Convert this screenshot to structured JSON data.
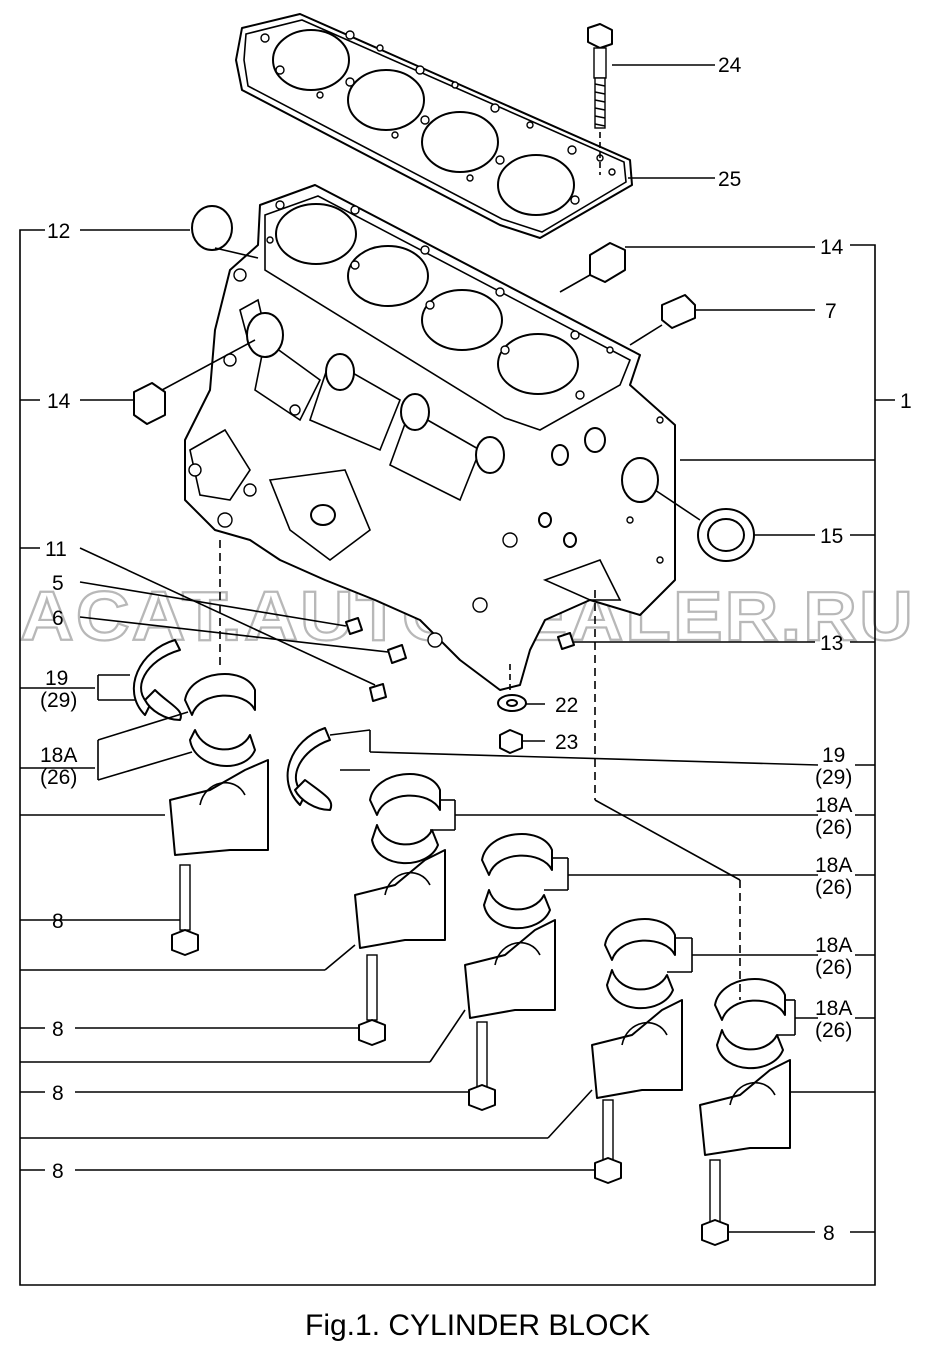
{
  "title": "Fig.1.  CYLINDER BLOCK",
  "watermark": "ACAT.AUTODEALER.RU",
  "labels": {
    "l24": "24",
    "l25": "25",
    "l12": "12",
    "l14a": "14",
    "l7": "7",
    "l14b": "14",
    "l1": "1",
    "l15": "15",
    "l11": "11",
    "l5": "5",
    "l6": "6",
    "l13": "13",
    "l19a": "19",
    "l29a": "(29)",
    "l22": "22",
    "l23": "23",
    "l18Aa": "18A",
    "l26a": "(26)",
    "l19b": "19",
    "l29b": "(29)",
    "l18Ab": "18A",
    "l26b": "(26)",
    "l18Ac": "18A",
    "l26c": "(26)",
    "l18Ad": "18A",
    "l26d": "(26)",
    "l18Ae": "18A",
    "l26e": "(26)",
    "l8a": "8",
    "l8b": "8",
    "l8c": "8",
    "l8d": "8",
    "l8e": "8"
  }
}
